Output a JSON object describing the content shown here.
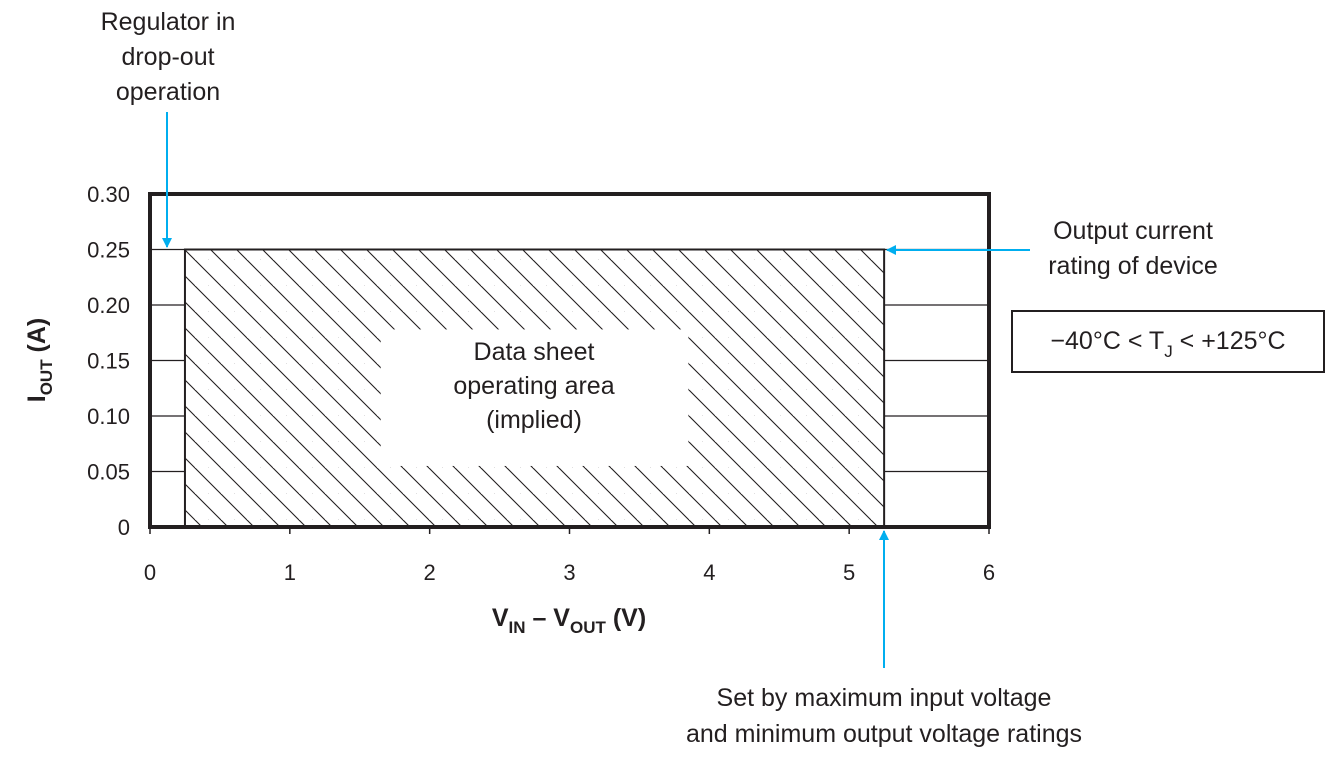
{
  "chart_data": {
    "type": "area",
    "title": "",
    "xlabel": {
      "main": "V",
      "sub1": "IN",
      "mid": " – V",
      "sub2": "OUT",
      "unit": " (V)"
    },
    "ylabel": {
      "main": "I",
      "sub": "OUT",
      "unit": " (A)"
    },
    "xlim": [
      0,
      6
    ],
    "ylim": [
      0,
      0.3
    ],
    "x_ticks": [
      "0",
      "1",
      "2",
      "3",
      "4",
      "5",
      "6"
    ],
    "y_ticks": [
      "0",
      "0.05",
      "0.10",
      "0.15",
      "0.20",
      "0.25",
      "0.30"
    ],
    "operating_area": {
      "x": [
        0.25,
        5.25
      ],
      "y": [
        0,
        0.25
      ]
    },
    "center_label": [
      "Data sheet",
      "operating area",
      "(implied)"
    ],
    "annotations": {
      "dropout": {
        "lines": [
          "Regulator in",
          "drop-out",
          "operation"
        ],
        "x": 0.12,
        "y": 0.25
      },
      "current_rating": {
        "lines": [
          "Output current",
          "rating of device"
        ],
        "x": 5.25,
        "y": 0.25
      },
      "max_voltage": {
        "lines": [
          "Set by maximum input voltage",
          "and minimum output voltage ratings"
        ],
        "x": 5.25,
        "y": 0
      }
    },
    "condition_box": {
      "pre": "−40°C < T",
      "sub": "J",
      "post": " < +125°C"
    },
    "colors": {
      "arrow": "#00aeef",
      "line": "#231f20"
    }
  }
}
